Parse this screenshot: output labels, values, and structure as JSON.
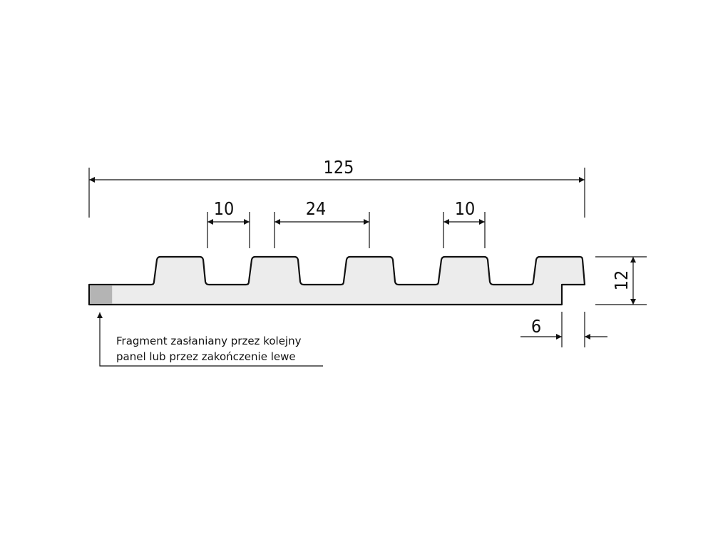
{
  "dimensions": {
    "total_width": "125",
    "ridge_width_left": "10",
    "groove_width": "24",
    "ridge_width_right": "10",
    "height": "12",
    "step": "6"
  },
  "note": {
    "line1": "Fragment zasłaniany przez kolejny",
    "line2": "panel lub przez zakończenie lewe"
  },
  "colors": {
    "profile_fill": "#ececec",
    "hidden_fill": "#b4b4b4",
    "line": "#111111"
  }
}
